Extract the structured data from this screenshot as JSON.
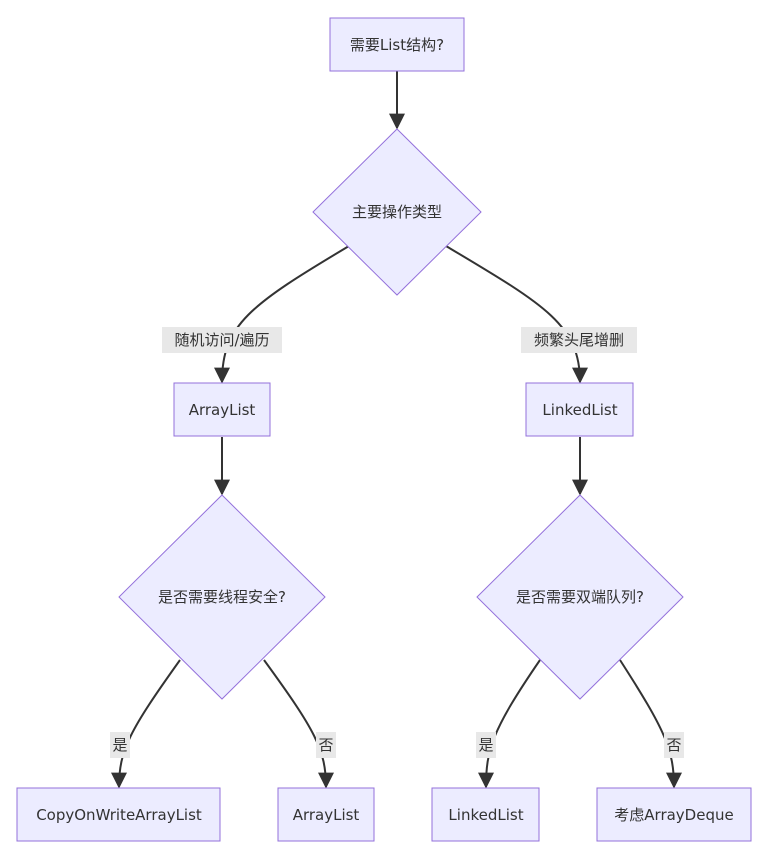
{
  "diagram": {
    "colors": {
      "node_fill": "#ECECFF",
      "node_stroke": "#9370DB",
      "edge": "#333333",
      "label_bg": "#e8e8e8"
    },
    "nodes": {
      "start": "需要List结构?",
      "decision_op": "主要操作类型",
      "arraylist_main": "ArrayList",
      "linkedlist_main": "LinkedList",
      "decision_thread_safe": "是否需要线程安全?",
      "decision_deque": "是否需要双端队列?",
      "cow_list": "CopyOnWriteArrayList",
      "arraylist_leaf": "ArrayList",
      "linkedlist_leaf": "LinkedList",
      "arraydeque_leaf": "考虑ArrayDeque"
    },
    "edge_labels": {
      "random_access": "随机访问/遍历",
      "frequent_head_tail": "频繁头尾增删",
      "thread_yes": "是",
      "thread_no": "否",
      "deque_yes": "是",
      "deque_no": "否"
    }
  }
}
